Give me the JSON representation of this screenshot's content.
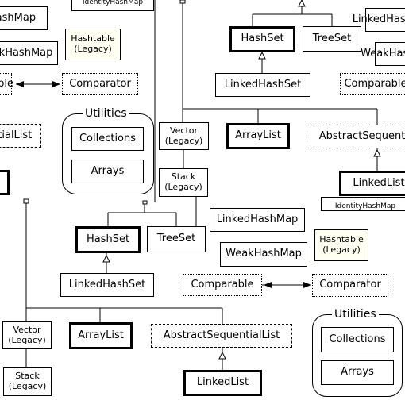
{
  "labels": {
    "hashmap": "HashMap",
    "identity_hashmap": "IdentityHashMap",
    "hashtable": "Hashtable\n(Legacy)",
    "weak_hashmap": "WeakHashMap",
    "linked_hashmap": "LinkedHashMap",
    "comparable": "Comparable",
    "comparator": "Comparator",
    "utilities": "Utilities",
    "collections": "Collections",
    "arrays": "Arrays",
    "sequential_list": "AbstractSequentialList",
    "hashset": "HashSet",
    "treeset": "TreeSet",
    "linked_hashset": "LinkedHashSet",
    "vector": "Vector\n(Legacy)",
    "stack": "Stack\n(Legacy)",
    "arraylist": "ArrayList",
    "linkedlist": "LinkedList"
  }
}
